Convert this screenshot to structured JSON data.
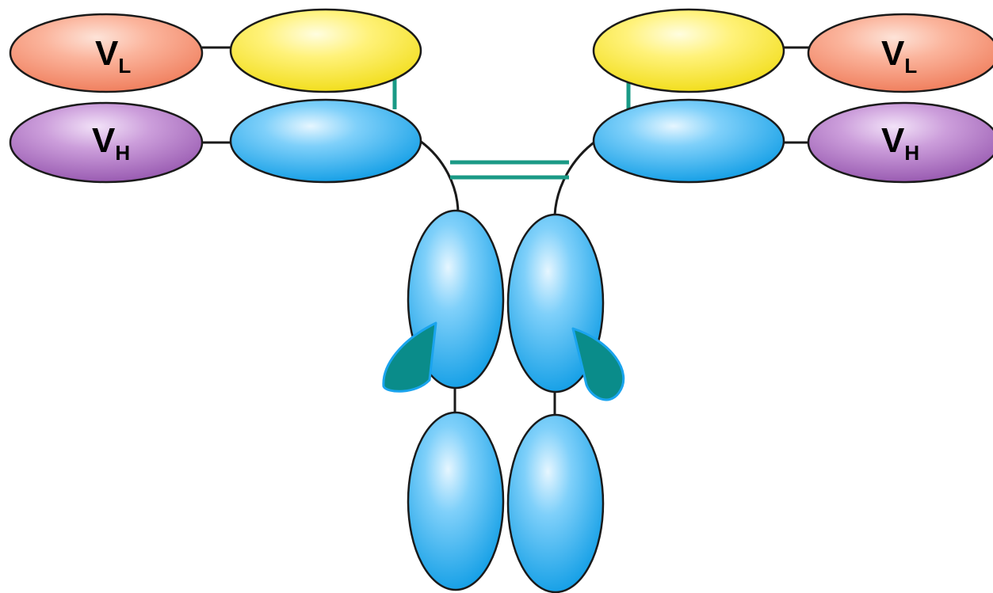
{
  "labels": {
    "light_variable": {
      "letter": "V",
      "subscript": "L"
    },
    "heavy_variable": {
      "letter": "V",
      "subscript": "H"
    }
  },
  "colors": {
    "light_variable_fill": "#f79a7f",
    "light_constant_fill": "#f5e840",
    "heavy_variable_fill": "#b279c4",
    "heavy_constant_fill": "#3db4ee",
    "disulfide_bond": "#1a9a86",
    "carbohydrate": "#0a8c8a",
    "outline": "#1a1a1a"
  },
  "icons": {
    "carbohydrate": "leaf-shaped-glycan"
  }
}
